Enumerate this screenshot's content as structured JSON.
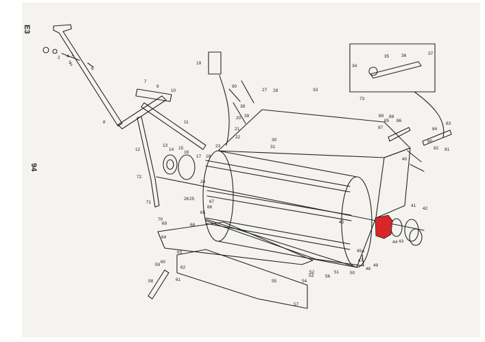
{
  "sheet": {
    "section_code": "E3",
    "page_number": "94",
    "highlight_color": "#d9262b",
    "ink_color": "#222222",
    "paper_color": "#f4f3ef"
  },
  "callouts": [
    "1",
    "2",
    "3",
    "4",
    "5",
    "6",
    "7",
    "8",
    "9",
    "10",
    "11",
    "12",
    "13",
    "14",
    "15",
    "16",
    "17",
    "18",
    "19",
    "20",
    "21",
    "22",
    "23",
    "24",
    "25",
    "26",
    "27",
    "28",
    "30",
    "31",
    "33",
    "34",
    "35",
    "36",
    "37",
    "38",
    "39",
    "40",
    "41",
    "42",
    "43",
    "44",
    "45",
    "45a",
    "47",
    "48",
    "49",
    "50",
    "51",
    "52",
    "53",
    "54",
    "55",
    "56",
    "57",
    "58",
    "59",
    "60",
    "61",
    "62",
    "63",
    "64",
    "65",
    "66",
    "67",
    "68",
    "69",
    "70",
    "71",
    "72",
    "73",
    "80",
    "81",
    "82",
    "83",
    "84",
    "85",
    "86",
    "87",
    "88",
    "89",
    "90"
  ]
}
